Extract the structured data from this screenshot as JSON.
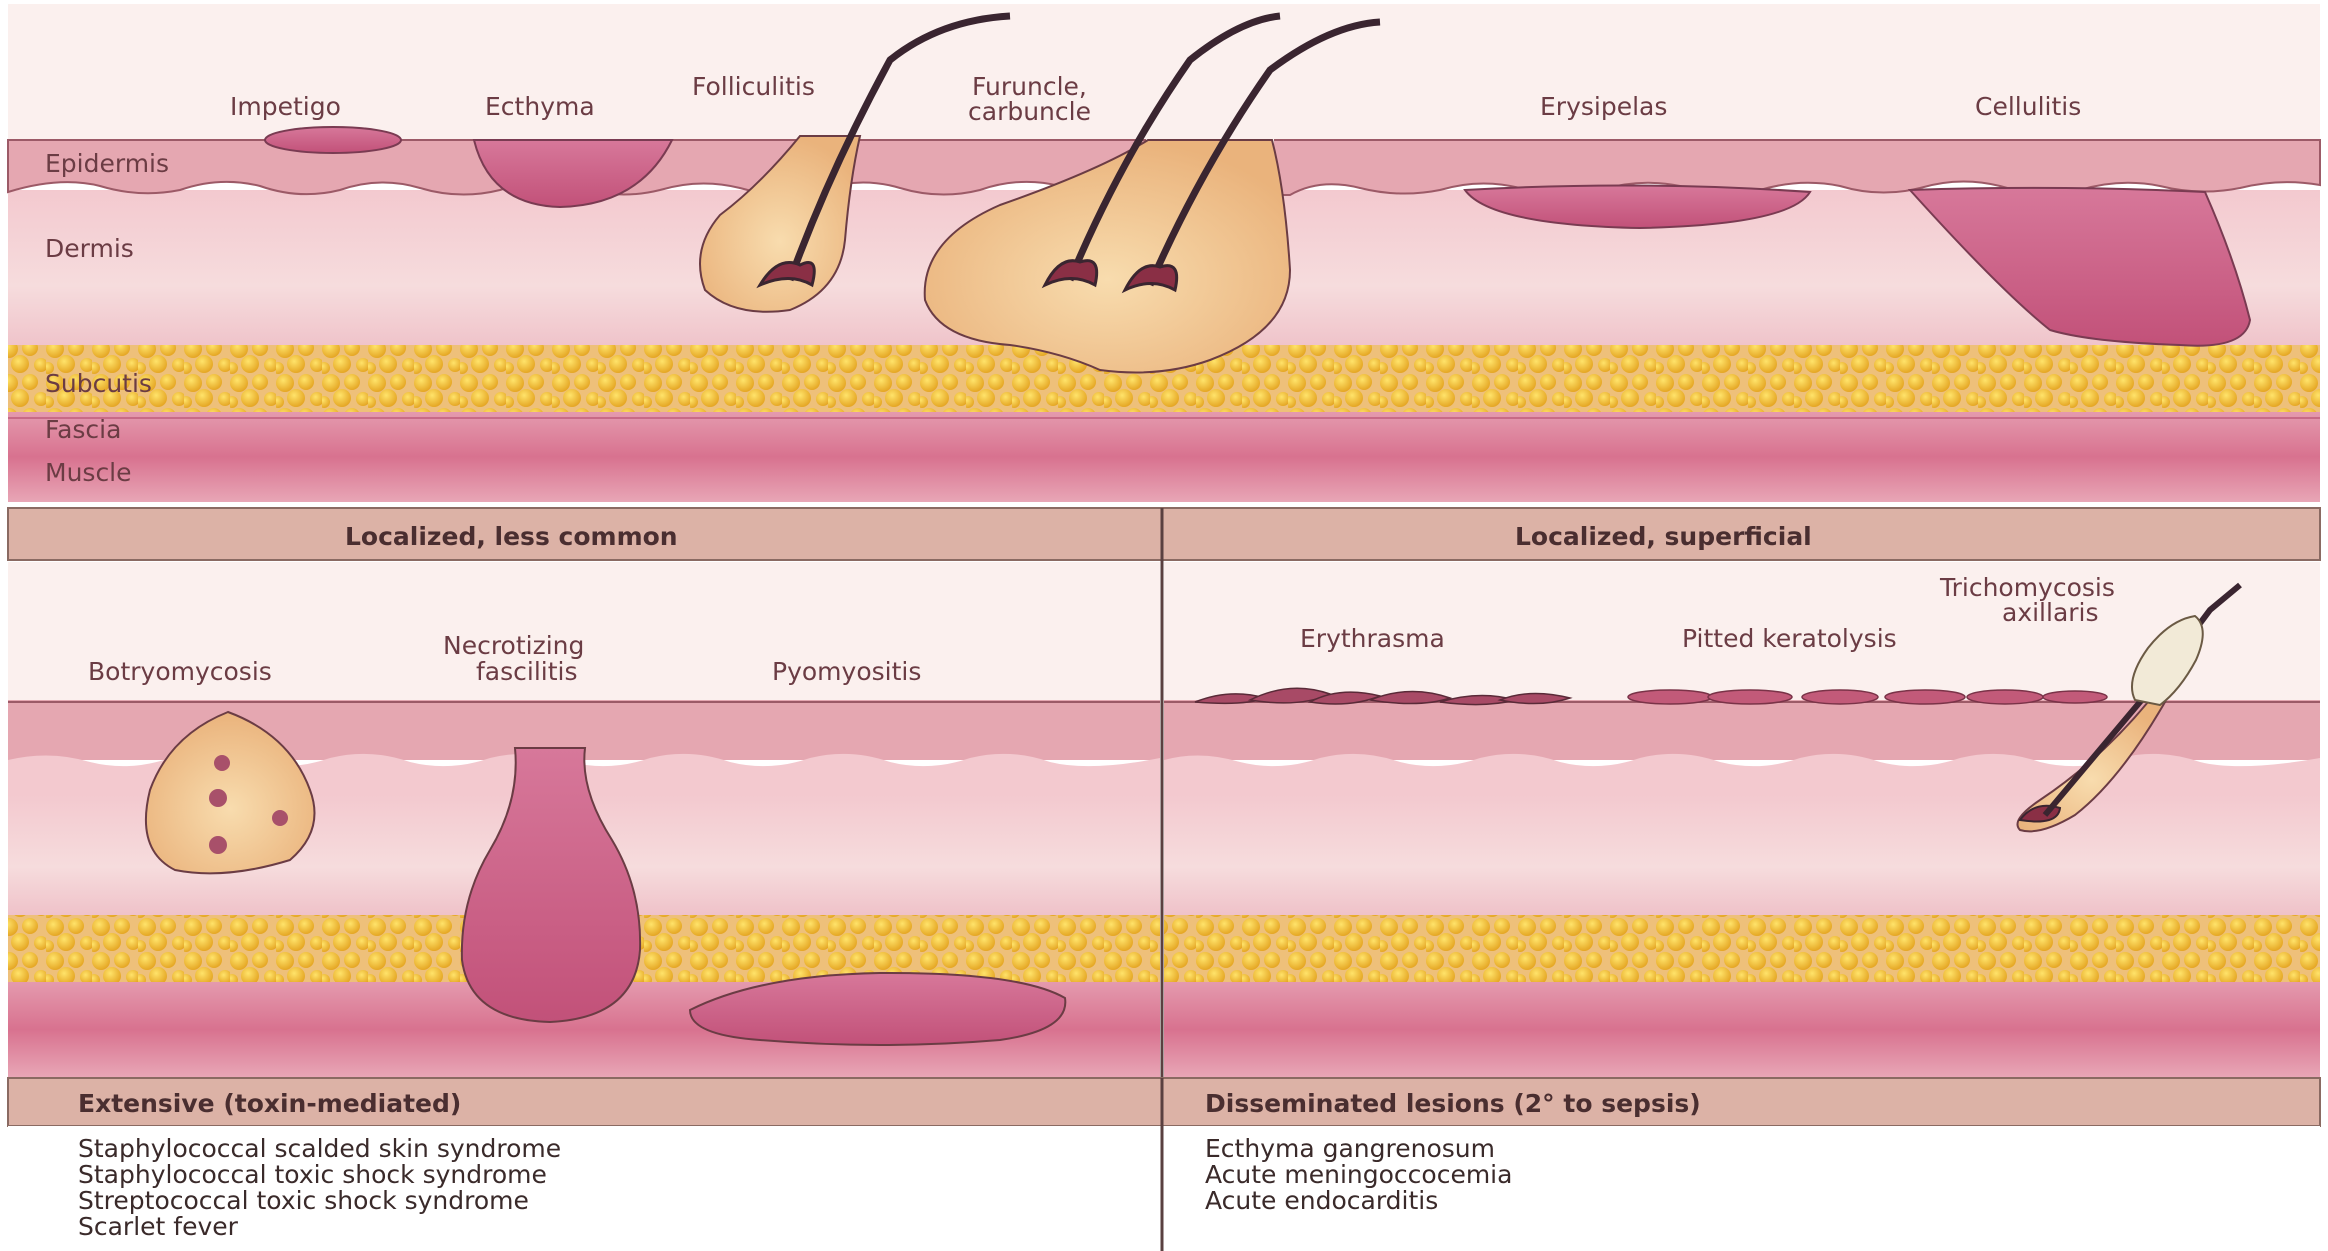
{
  "diagram": {
    "layers": {
      "epidermis": "Epidermis",
      "dermis": "Dermis",
      "subcutis": "Subcutis",
      "fascia": "Fascia",
      "muscle": "Muscle"
    },
    "top_labels": {
      "impetigo": "Impetigo",
      "ecthyma": "Ecthyma",
      "folliculitis": "Folliculitis",
      "furuncle_line1": "Furuncle,",
      "furuncle_line2": "carbuncle",
      "erysipelas": "Erysipelas",
      "cellulitis": "Cellulitis"
    },
    "panels": {
      "less_common": {
        "title": "Localized, less common",
        "botryomycosis": "Botryomycosis",
        "necrotizing_line1": "Necrotizing",
        "necrotizing_line2": "fascilitis",
        "pyomyositis": "Pyomyositis"
      },
      "superficial": {
        "title": "Localized, superficial",
        "erythrasma": "Erythrasma",
        "pitted": "Pitted keratolysis",
        "tricho_line1": "Trichomycosis",
        "tricho_line2": "axillaris"
      }
    },
    "bottom": {
      "extensive": {
        "title": "Extensive (toxin-mediated)",
        "items": [
          "Staphylococcal scalded skin syndrome",
          "Staphylococcal toxic shock syndrome",
          "Streptococcal toxic shock syndrome",
          "Scarlet fever"
        ]
      },
      "disseminated": {
        "title": "Disseminated lesions (2° to sepsis)",
        "items": [
          "Ecthyma gangrenosum",
          "Acute meningoccocemia",
          "Acute endocarditis"
        ]
      }
    },
    "colors": {
      "epidermis": "#e4a6b0",
      "dermis_light": "#f6dcdf",
      "dermis_dark": "#e8b3bb",
      "fat": "#e8a92c",
      "muscle": "#d77a93",
      "lesion": "#c75b82",
      "follicle": "#f2c591",
      "header_band": "#ddb2a6"
    }
  }
}
